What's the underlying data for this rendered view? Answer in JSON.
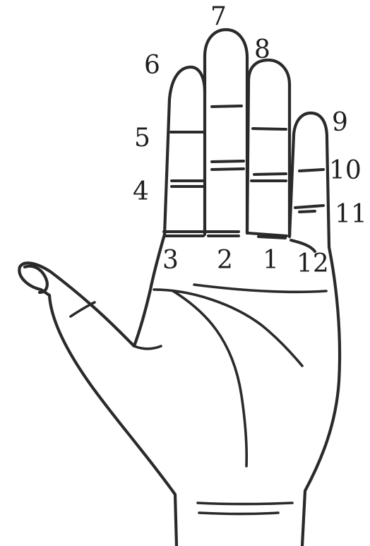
{
  "labels": {
    "n1": "1",
    "n2": "2",
    "n3": "3",
    "n4": "4",
    "n5": "5",
    "n6": "6",
    "n7": "7",
    "n8": "8",
    "n9": "9",
    "n10": "10",
    "n11": "11",
    "n12": "12"
  },
  "colors": {
    "line": "#2a2a2a",
    "background": "#ffffff"
  }
}
